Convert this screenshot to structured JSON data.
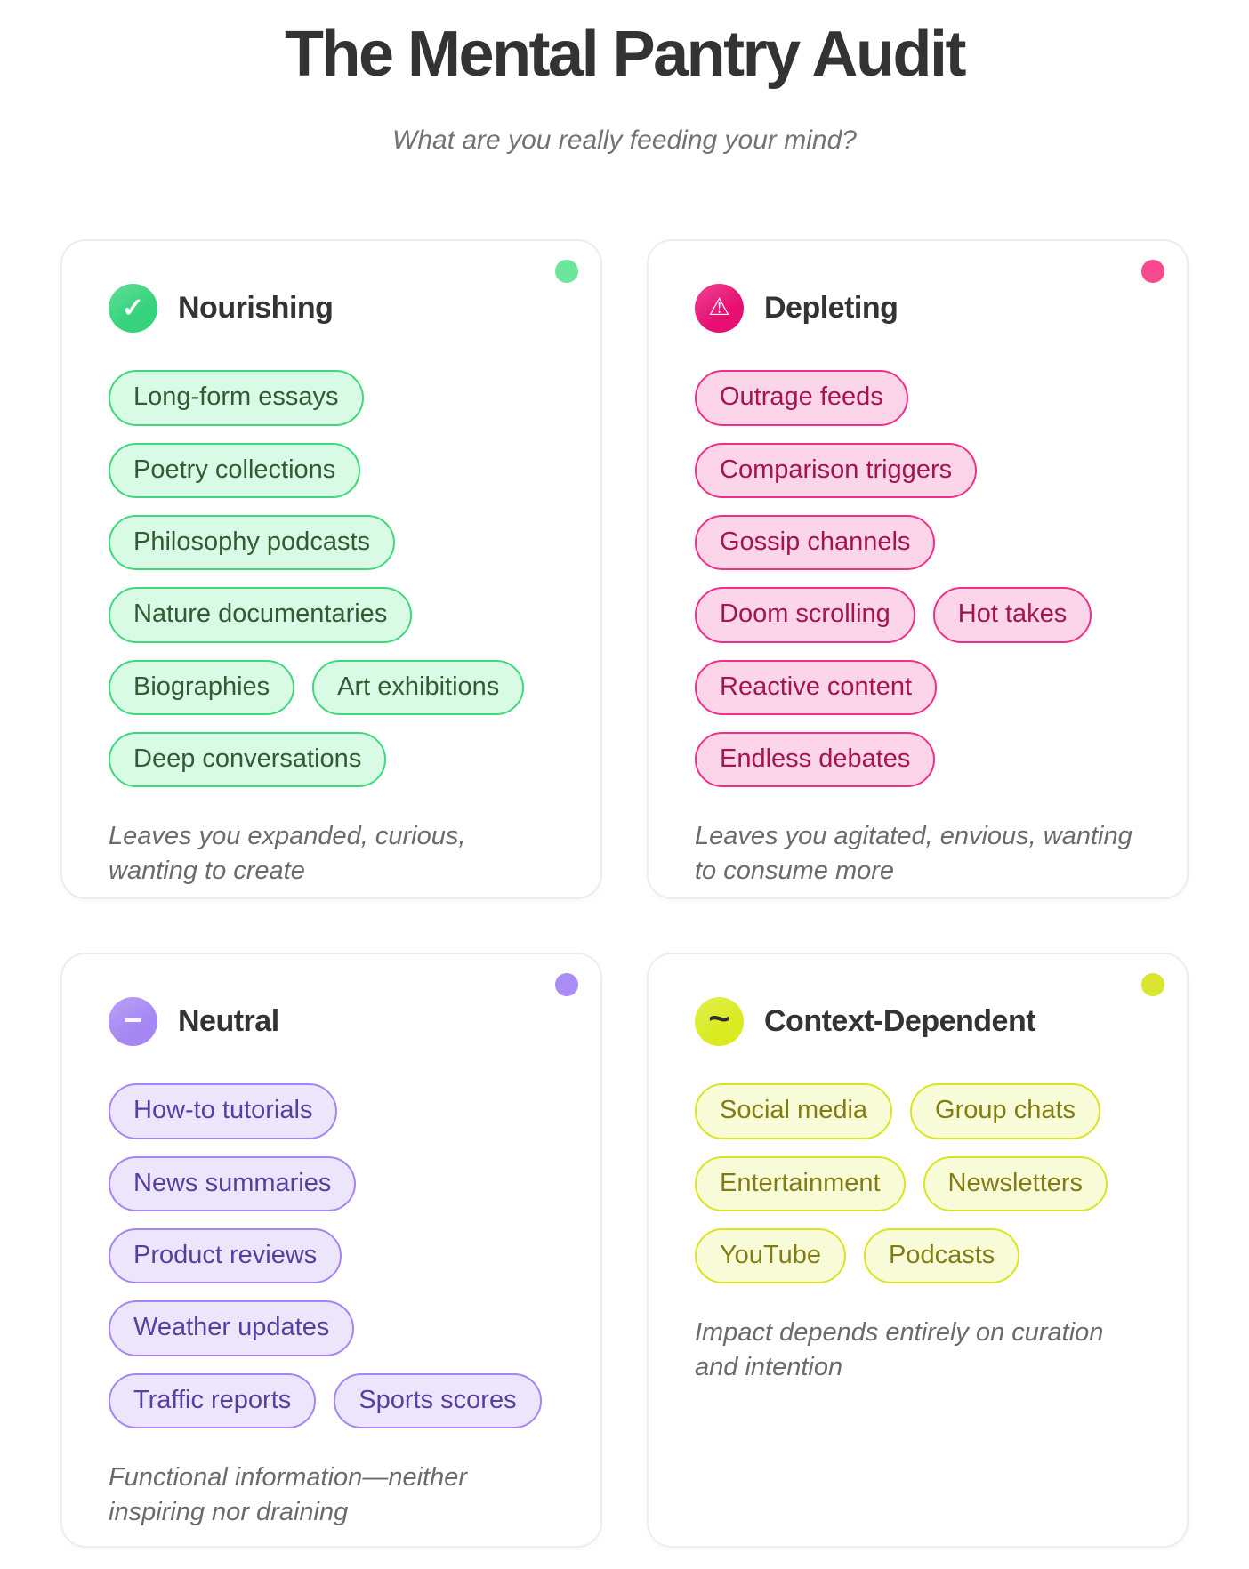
{
  "page": {
    "title": "The Mental Pantry Audit",
    "subtitle": "What are you really feeding your mind?"
  },
  "cards": [
    {
      "title": "Nourishing",
      "icon": "check-icon",
      "icon_glyph": "✓",
      "theme": {
        "icon_bg": "#35d37b",
        "icon_color": "#ffffff",
        "dot": "#6ce69d",
        "chip_bg": "#d9fae5",
        "chip_border": "#3fd87d",
        "chip_text": "#2e5c33"
      },
      "tag_rows": [
        [
          "Long-form essays"
        ],
        [
          "Poetry collections"
        ],
        [
          "Philosophy podcasts"
        ],
        [
          "Nature documentaries"
        ],
        [
          "Biographies",
          "Art exhibitions"
        ],
        [
          "Deep conversations"
        ]
      ],
      "footer": "Leaves you expanded, curious,\nwanting to create"
    },
    {
      "title": "Depleting",
      "icon": "warning-icon",
      "icon_glyph": "⚠",
      "theme": {
        "icon_bg": "#e80f73",
        "icon_color": "#ffffff",
        "dot": "#f8498f",
        "chip_bg": "#fcd6e8",
        "chip_border": "#f02f89",
        "chip_text": "#a61351"
      },
      "tag_rows": [
        [
          "Outrage feeds"
        ],
        [
          "Comparison triggers"
        ],
        [
          "Gossip channels"
        ],
        [
          "Doom scrolling",
          "Hot takes"
        ],
        [
          "Reactive content"
        ],
        [
          "Endless debates"
        ]
      ],
      "footer": "Leaves you agitated, envious, wanting\nto consume more"
    },
    {
      "title": "Neutral",
      "icon": "minus-icon",
      "icon_glyph": "−",
      "theme": {
        "icon_bg": "#a687f3",
        "icon_color": "#ffffff",
        "dot": "#a98cf4",
        "chip_bg": "#ebe6fc",
        "chip_border": "#a685f1",
        "chip_text": "#5a3da1"
      },
      "tag_rows": [
        [
          "How-to tutorials"
        ],
        [
          "News summaries"
        ],
        [
          "Product reviews"
        ],
        [
          "Weather updates"
        ],
        [
          "Traffic reports",
          "Sports scores"
        ]
      ],
      "footer": "Functional information—neither\ninspiring nor draining"
    },
    {
      "title": "Context-Dependent",
      "icon": "tilde-icon",
      "icon_glyph": "~",
      "theme": {
        "icon_bg": "#d9eb20",
        "icon_color": "#2f2f2f",
        "dot": "#d9e52e",
        "chip_bg": "#f8fbd8",
        "chip_border": "#d9e522",
        "chip_text": "#817d11"
      },
      "tag_rows": [
        [
          "Social media",
          "Group chats"
        ],
        [
          "Entertainment",
          "Newsletters"
        ],
        [
          "YouTube",
          "Podcasts"
        ]
      ],
      "footer": "Impact depends entirely on curation\nand intention"
    }
  ]
}
